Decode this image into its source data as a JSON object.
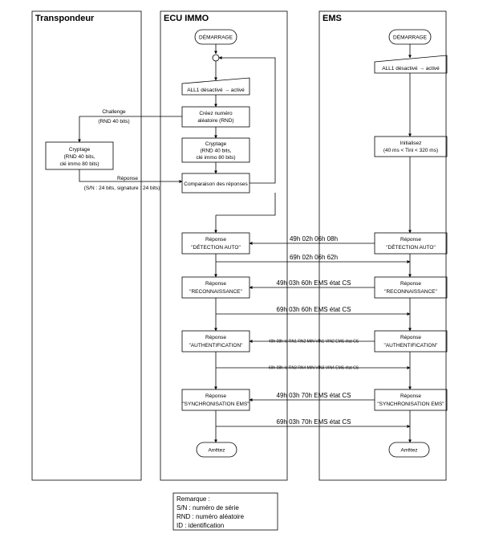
{
  "lanes": {
    "transponder": "Transpondeur",
    "ecu": "ECU IMMO",
    "ems": "EMS"
  },
  "ecu": {
    "start": "DÉMARRAGE",
    "all1": "ALL1 désactivé → activé",
    "create_line1": "Créez numéro",
    "create_line2": "aléatoire (RND)",
    "crypt_line1": "Cryptage",
    "crypt_line2": "(RND 40 bits,",
    "crypt_line3": "clé immo 80 bits)",
    "compare": "Comparaison des réponses",
    "detect_line1": "Réponse",
    "detect_line2": "\"DÉTECTION AUTO\"",
    "recon_line1": "Réponse",
    "recon_line2": "\"RECONNAISSANCE\"",
    "auth_line1": "Réponse",
    "auth_line2": "\"AUTHENTIFICATION\"",
    "sync_line1": "Réponse",
    "sync_line2": "\"SYNCHRONISATION EMS\"",
    "stop": "Arrêtez"
  },
  "ems": {
    "start": "DÉMARRAGE",
    "all1": "ALL1 désactivé → activé",
    "init_line1": "Initialisez",
    "init_line2": "(40 ms < Tini < 320 ms)",
    "detect_line1": "Réponse",
    "detect_line2": "\"DÉTECTION AUTO\"",
    "recon_line1": "Réponse",
    "recon_line2": "\"RECONNAISSANCE\"",
    "auth_line1": "Réponse",
    "auth_line2": "\"AUTHENTIFICATION\"",
    "sync_line1": "Réponse",
    "sync_line2": "\"SYNCHRONISATION EMS\"",
    "stop": "Arrêtez"
  },
  "transponder": {
    "crypt_line1": "Cryptage",
    "crypt_line2": "(RND 40 bits,",
    "crypt_line3": "clé immo 80 bits)"
  },
  "messages": {
    "challenge_line1": "Challenge",
    "challenge_line2": "(RND 40 bits)",
    "response_line1": "Réponse",
    "response_line2": "(S/N : 24 bits, signature : 24 bits)",
    "m1": "49h 02h 06h 08h",
    "m2": "69h 02h 06h 62h",
    "m3": "49h 03h 60h EMS état CS",
    "m4": "69h 03h 60h EMS état CS",
    "m5": "49h 08h Id RN1 RN2 MIN VIN1 VIN2 EMS état CS",
    "m6": "69h 08h Id RN3 RN4 MIN VIN3 VIN4 EMS état CS",
    "m7": "49h 03h 70h EMS état CS",
    "m8": "69h 03h 70h EMS état CS"
  },
  "note": {
    "line1": "Remarque :",
    "line2": "S/N : numéro de série",
    "line3": "RND : numéro aléatoire",
    "line4": "ID : identification"
  }
}
